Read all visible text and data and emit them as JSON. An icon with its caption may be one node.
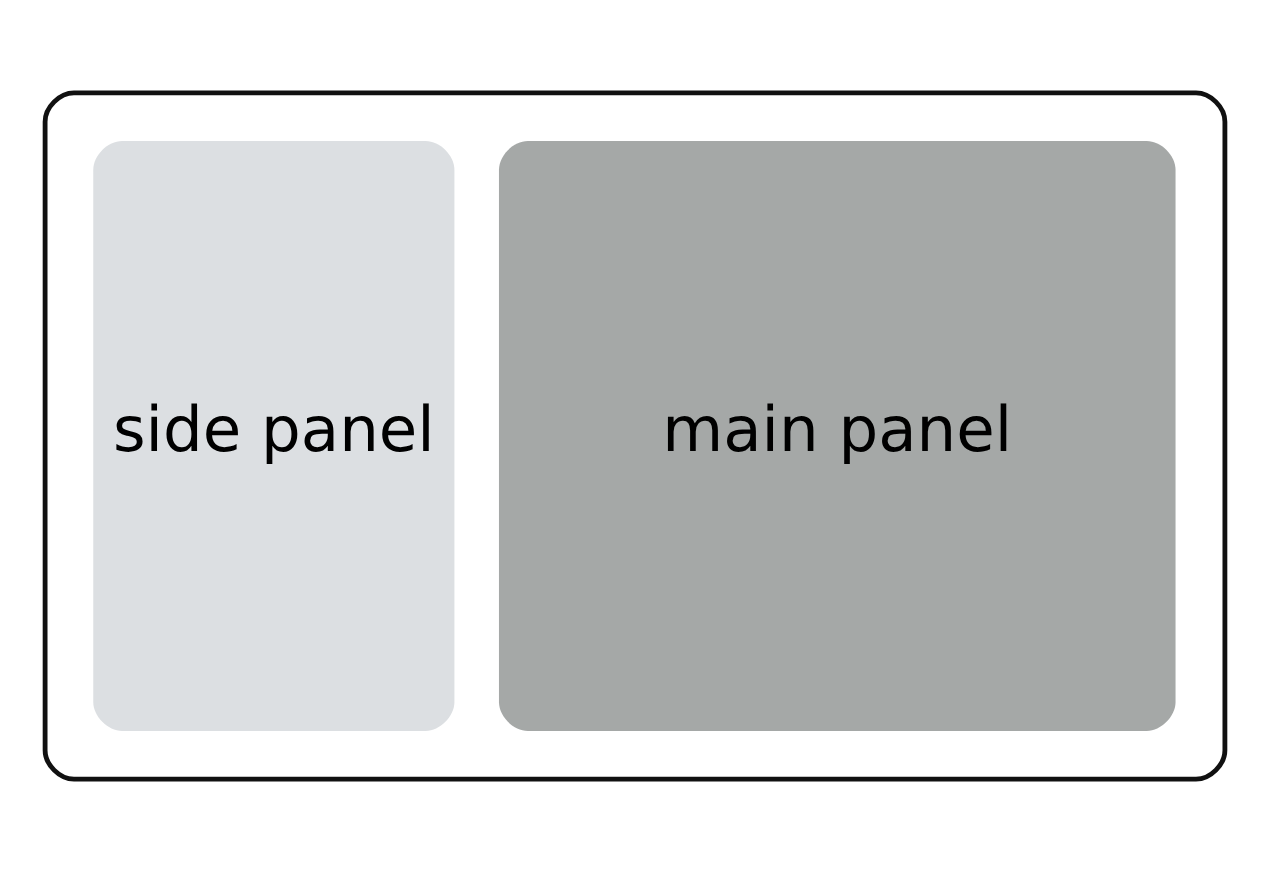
{
  "diagram": {
    "nodes": [
      {
        "text": [],
        "shape": "box"
      },
      {
        "text": [
          "side panel"
        ],
        "in": 0
      },
      {
        "text": [
          "main panel"
        ],
        "in": 0
      }
    ]
  }
}
